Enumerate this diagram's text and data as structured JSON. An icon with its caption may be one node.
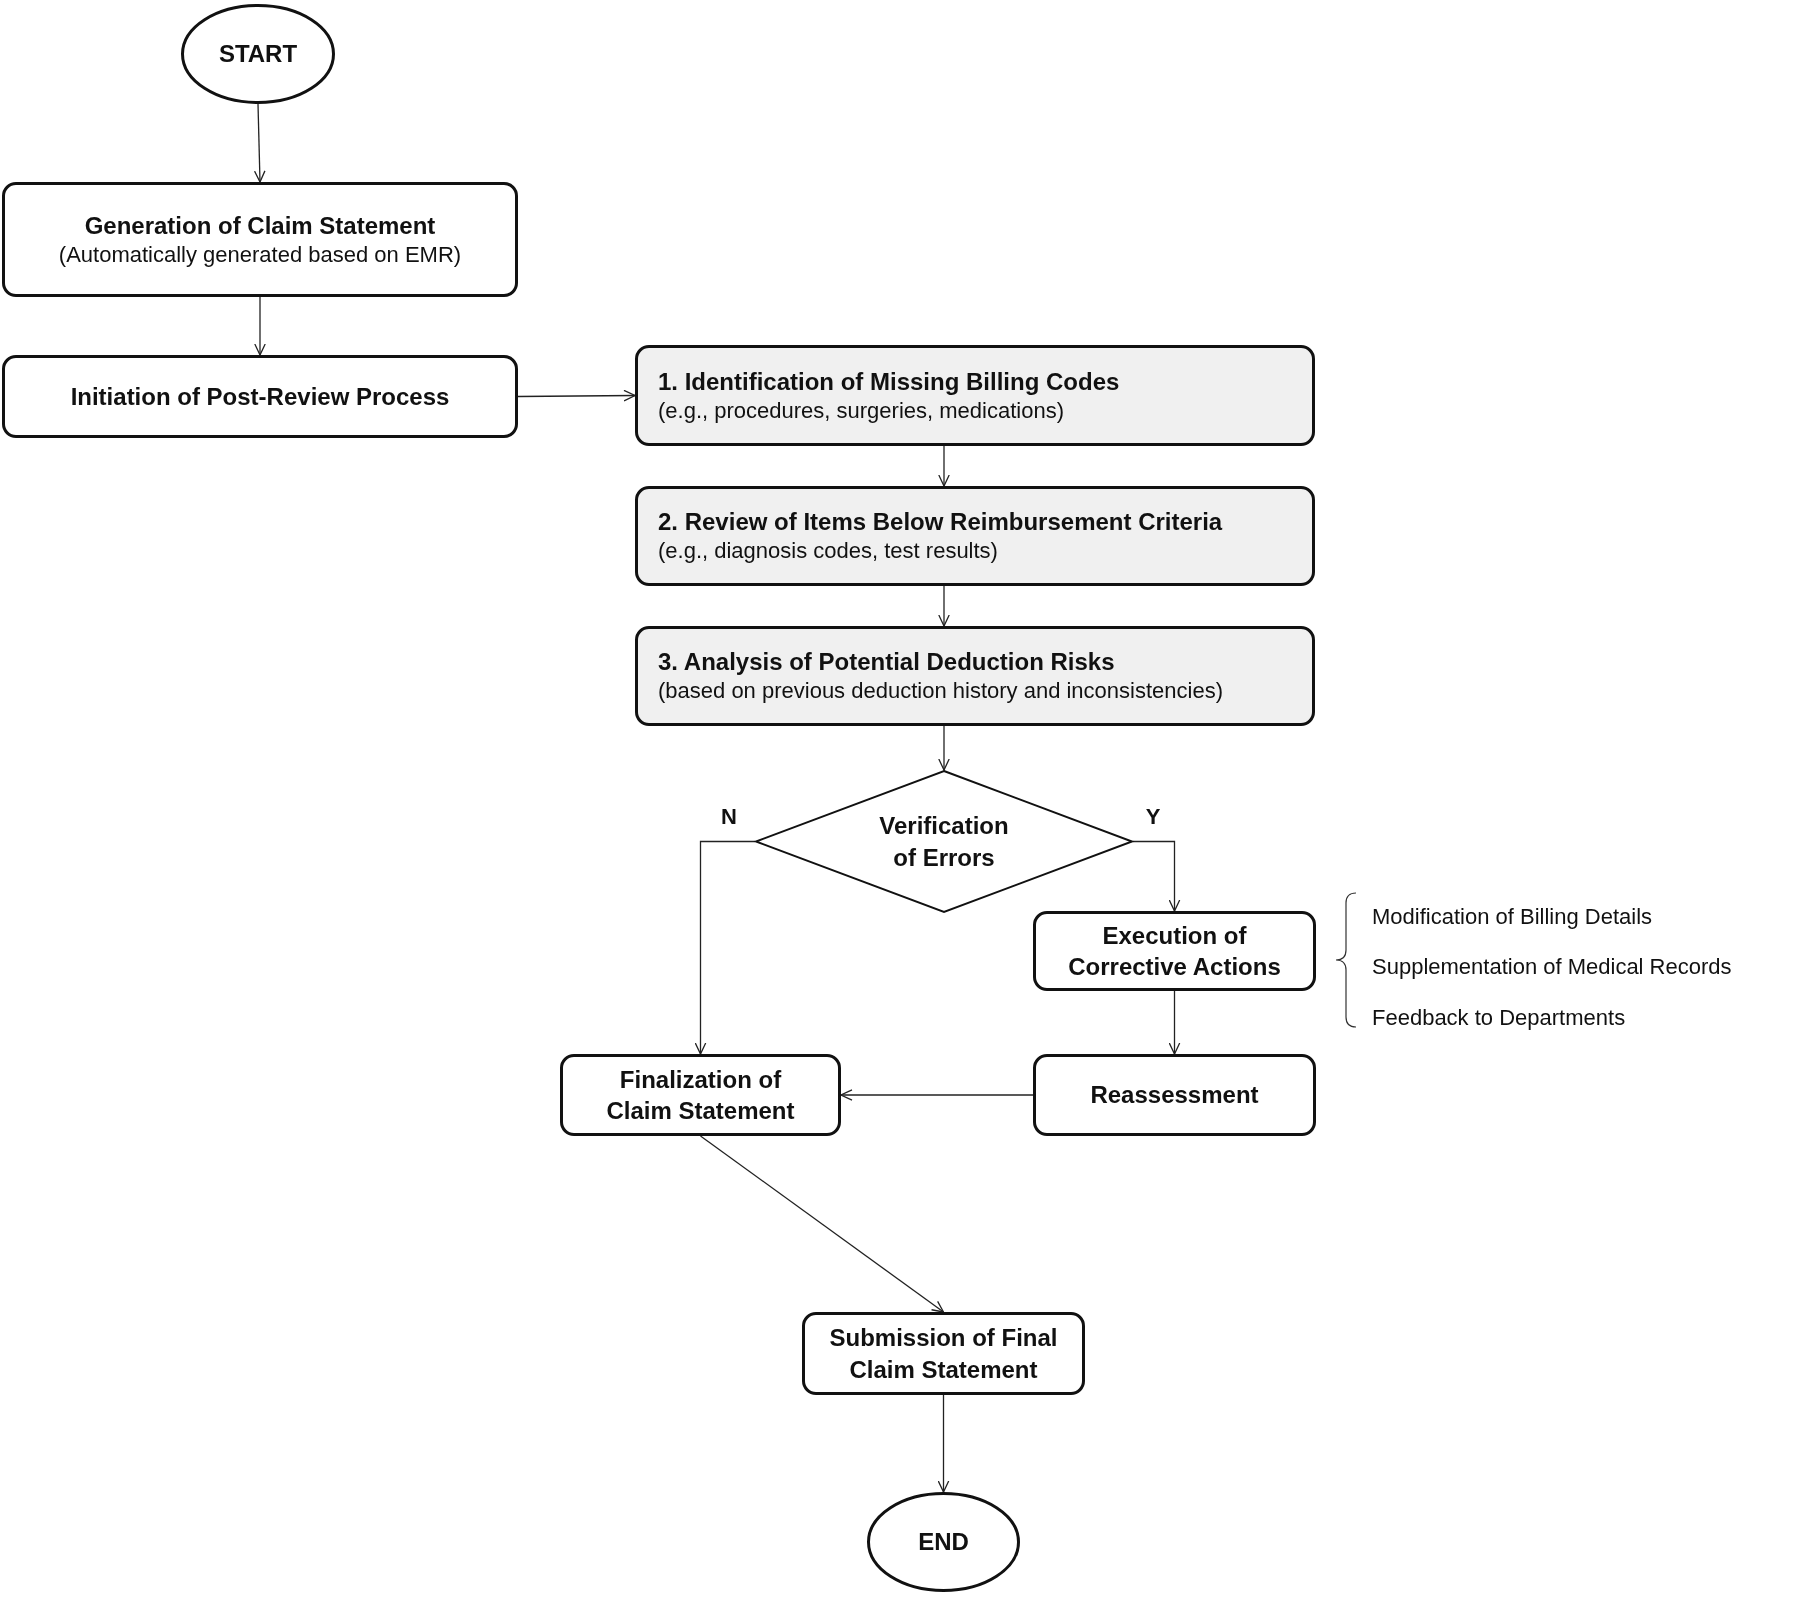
{
  "diagram": {
    "nodes": [
      {
        "text": [
          "START"
        ]
      },
      {
        "text": [
          "Generation of Claim Statement",
          "(Automatically generated based on EMR)"
        ]
      },
      {
        "text": [
          "Initiation of Post-Review Process"
        ]
      },
      {
        "text": [
          "1. Identification of Missing Billing Codes",
          "(e.g., procedures, surgeries, medications)"
        ]
      },
      {
        "text": [
          "2. Review of Items Below Reimbursement Criteria",
          "(e.g., diagnosis codes, test results)"
        ]
      },
      {
        "text": [
          "3. Analysis of Potential Deduction Risks",
          "(based on previous deduction history and inconsistencies)"
        ]
      },
      {
        "text": [
          "Verification of Errors"
        ]
      },
      {
        "text": [
          "Execution of Corrective Actions"
        ],
        "beside": [
          "Modification of Billing Details",
          "Supplementation of Medical Records",
          "Feedback to Departments"
        ]
      },
      {
        "text": [
          "Finalization of Claim Statement"
        ]
      },
      {
        "text": [
          "Reassessment"
        ]
      },
      {
        "text": [
          "Submission of Final Claim Statement"
        ]
      },
      {
        "text": [
          "END"
        ]
      }
    ],
    "edges": [
      {
        "from": 0,
        "to": 1,
        "arrow": "to"
      },
      {
        "from": 1,
        "to": 2,
        "arrow": "to"
      },
      {
        "from": 2,
        "to": 3,
        "arrow": "to"
      },
      {
        "from": 3,
        "to": 4,
        "arrow": "to"
      },
      {
        "from": 4,
        "to": 5,
        "arrow": "to"
      },
      {
        "from": 5,
        "to": 6,
        "arrow": "to"
      },
      {
        "from": 6,
        "to": 8,
        "arrow": "to",
        "label": "N"
      },
      {
        "from": 6,
        "to": 7,
        "arrow": "to",
        "label": "Y"
      },
      {
        "from": 7,
        "to": 9,
        "arrow": "to"
      },
      {
        "from": 9,
        "to": 8,
        "arrow": "to"
      },
      {
        "from": 8,
        "to": 10,
        "arrow": "to"
      },
      {
        "from": 10,
        "to": 11,
        "arrow": "to"
      }
    ]
  }
}
